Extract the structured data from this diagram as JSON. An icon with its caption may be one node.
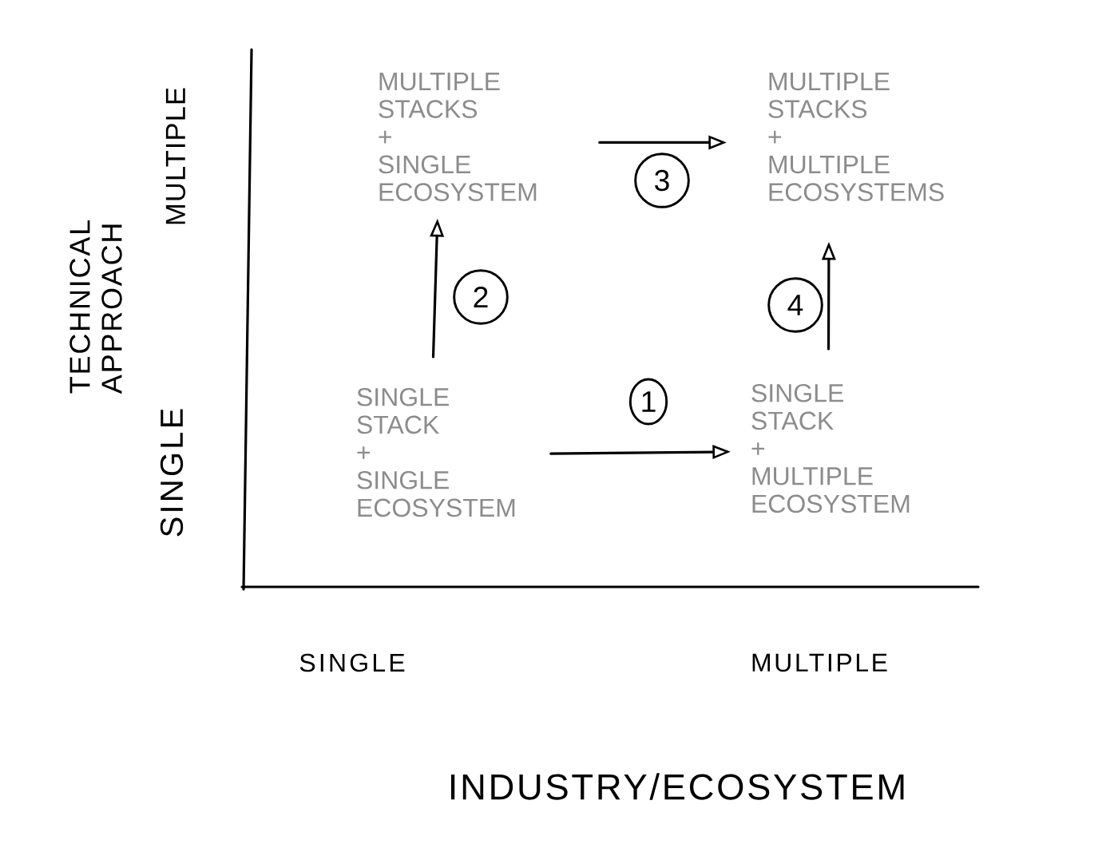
{
  "diagram": {
    "nodes": [
      {
        "text": [
          "MULTIPLE STACKS + SINGLE ECOSYSTEM"
        ]
      },
      {
        "text": [
          "MULTIPLE STACKS + MULTIPLE ECOSYSTEMS"
        ]
      },
      {
        "text": [
          "SINGLE STACK + SINGLE ECOSYSTEM"
        ]
      },
      {
        "text": [
          "SINGLE STACK + MULTIPLE ECOSYSTEM"
        ]
      }
    ],
    "edges": [
      {
        "from": 2,
        "to": 3,
        "arrow": "to",
        "label": "1"
      },
      {
        "from": 2,
        "to": 0,
        "arrow": "to",
        "label": "2"
      },
      {
        "from": 0,
        "to": 1,
        "arrow": "to",
        "label": "3"
      },
      {
        "from": 3,
        "to": 1,
        "arrow": "to",
        "label": "4"
      }
    ],
    "labels": [
      "MULTIPLE",
      "TECHNICAL APPROACH",
      "SINGLE",
      "SINGLE",
      "MULTIPLE",
      "INDUSTRY/ECOSYSTEM"
    ]
  }
}
